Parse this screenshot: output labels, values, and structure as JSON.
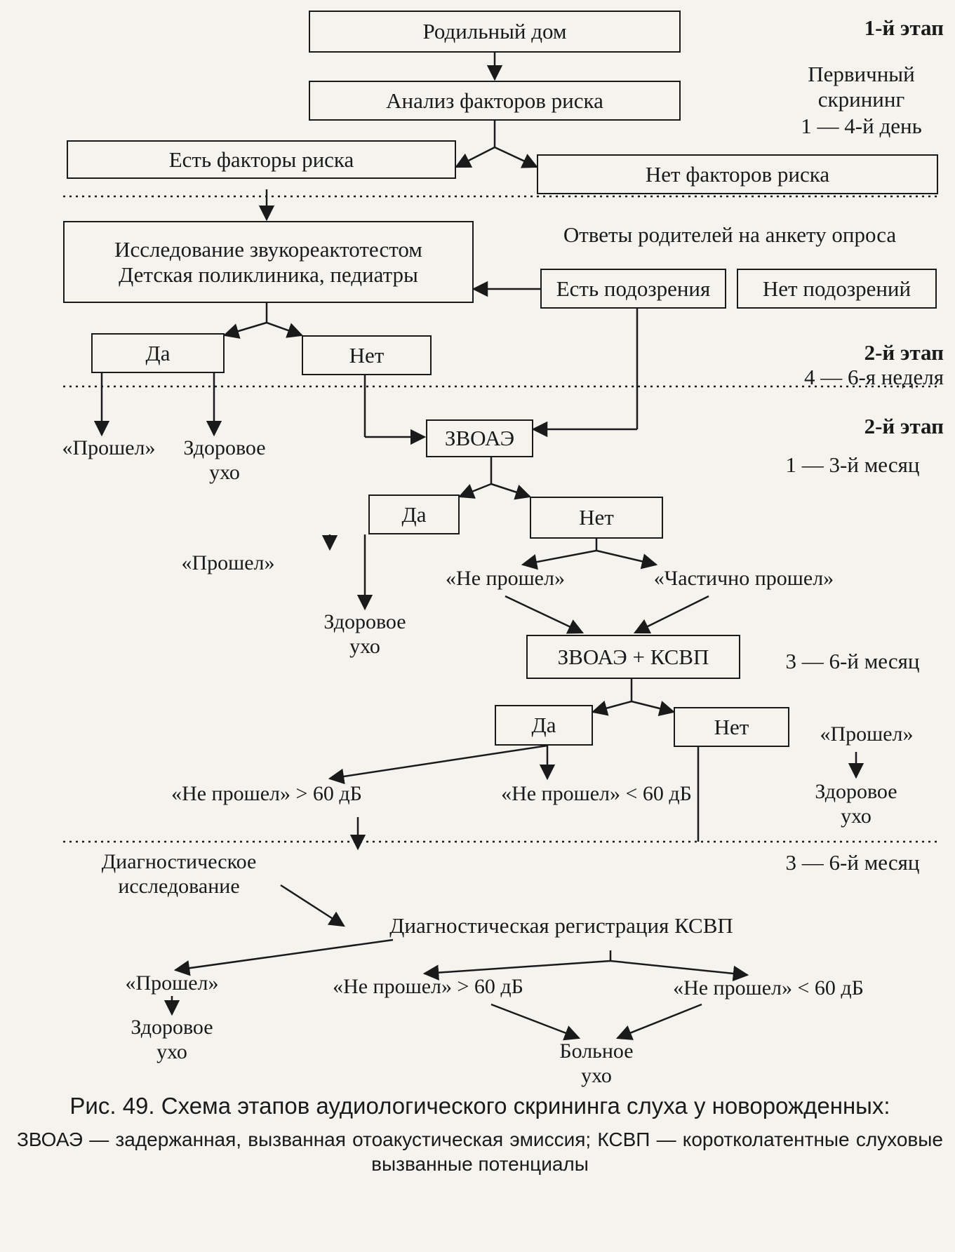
{
  "stages": {
    "stage1": "1-й этап",
    "primary_screening": "Первичный\nскрининг",
    "days_1_4": "1 — 4-й день",
    "stage2a": "2-й этап",
    "weeks_4_6": "4 — 6-я неделя",
    "stage2b": "2-й этап",
    "months_1_3": "1 — 3-й месяц",
    "months_3_6a": "3 — 6-й месяц",
    "months_3_6b": "3 — 6-й месяц"
  },
  "nodes": {
    "maternity": "Родильный дом",
    "risk_analysis": "Анализ факторов риска",
    "risk_yes": "Есть факторы риска",
    "risk_no": "Нет факторов риска",
    "parents_survey": "Ответы родителей на анкету опроса",
    "sound_test": "Исследование звукореактотестом\nДетская поликлиника, педиатры",
    "suspect_yes": "Есть подозрения",
    "suspect_no": "Нет подозрений",
    "yes1": "Да",
    "no1": "Нет",
    "passed1": "«Прошел»",
    "healthy1": "Здоровое\nухо",
    "zvoae": "ЗВОАЭ",
    "yes2": "Да",
    "no2": "Нет",
    "passed2": "«Прошел»",
    "healthy2": "Здоровое\nухо",
    "not_passed2": "«Не прошел»",
    "partial2": "«Частично прошел»",
    "zvoae_ksvp": "ЗВОАЭ + КСВП",
    "yes3": "Да",
    "no3": "Нет",
    "passed3": "«Прошел»",
    "healthy3": "Здоровое\nухо",
    "not_passed_gt60": "«Не прошел» > 60 дБ",
    "not_passed_lt60": "«Не прошел» < 60 дБ",
    "diag_study": "Диагностическое\nисследование",
    "diag_ksvp": "Диагностическая регистрация КСВП",
    "passed4": "«Прошел»",
    "healthy4": "Здоровое\nухо",
    "not_passed4_gt60": "«Не прошел» > 60 дБ",
    "not_passed4_lt60": "«Не прошел» < 60 дБ",
    "sick_ear": "Больное\nухо"
  },
  "caption": {
    "figure": "Рис. 49. Схема этапов аудиологического скрининга слуха у новорожденных:",
    "note": "ЗВОАЭ — задержанная, вызванная отоакустическая эмиссия; КСВП — коротколатентные слуховые вызванные потенциалы"
  }
}
